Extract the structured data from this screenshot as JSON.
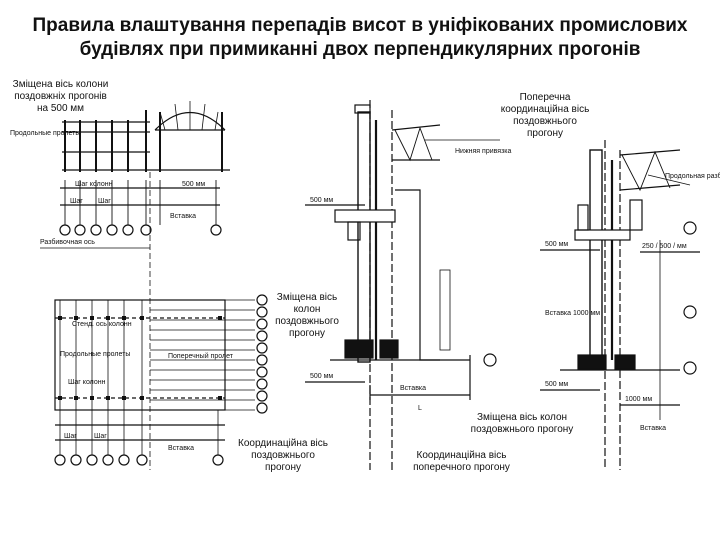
{
  "title": {
    "line1": "Правила влаштування перепадів висот в уніфікованих промислових",
    "line2": "будівлях при примиканні двох перпендикулярних прогонів"
  },
  "labels": {
    "shifted_axis_500": "Зміщена вісь колони поздовжніх прогонів на 500 мм",
    "transverse_coord_axis": "Поперечна координаційна вісь поздовжнього прогону",
    "shifted_axis_columns": "Зміщена вісь колон поздовжнього прогону",
    "coord_axis_longitudinal": "Координаційна вісь поздовжнього прогону",
    "coord_axis_transverse": "Координаційна вісь поперечного прогону",
    "shifted_axis_bottom_right": "Зміщена вісь колон поздовжнього прогону"
  },
  "drawing_text": {
    "long_spans": "Продольные пролеты",
    "step_cols": "Шаг колонн",
    "step": "Шаг",
    "insert": "Вставка",
    "mm500": "500 мм",
    "expansion_axis": "Разбивочная ось",
    "end_wall_axis": "Стенд. ось колонн",
    "transverse_span": "Поперечный пролет",
    "lower_binding": "Нижняя привязка",
    "L": "L",
    "step_cols_v": "Шаг колонн",
    "insert_1000": "Вставка 1000 мм",
    "sizes_250": "250 / 500 / мм",
    "mm1000": "1000 мм",
    "long_exp_axis": "Продольная разбивочная ось"
  }
}
